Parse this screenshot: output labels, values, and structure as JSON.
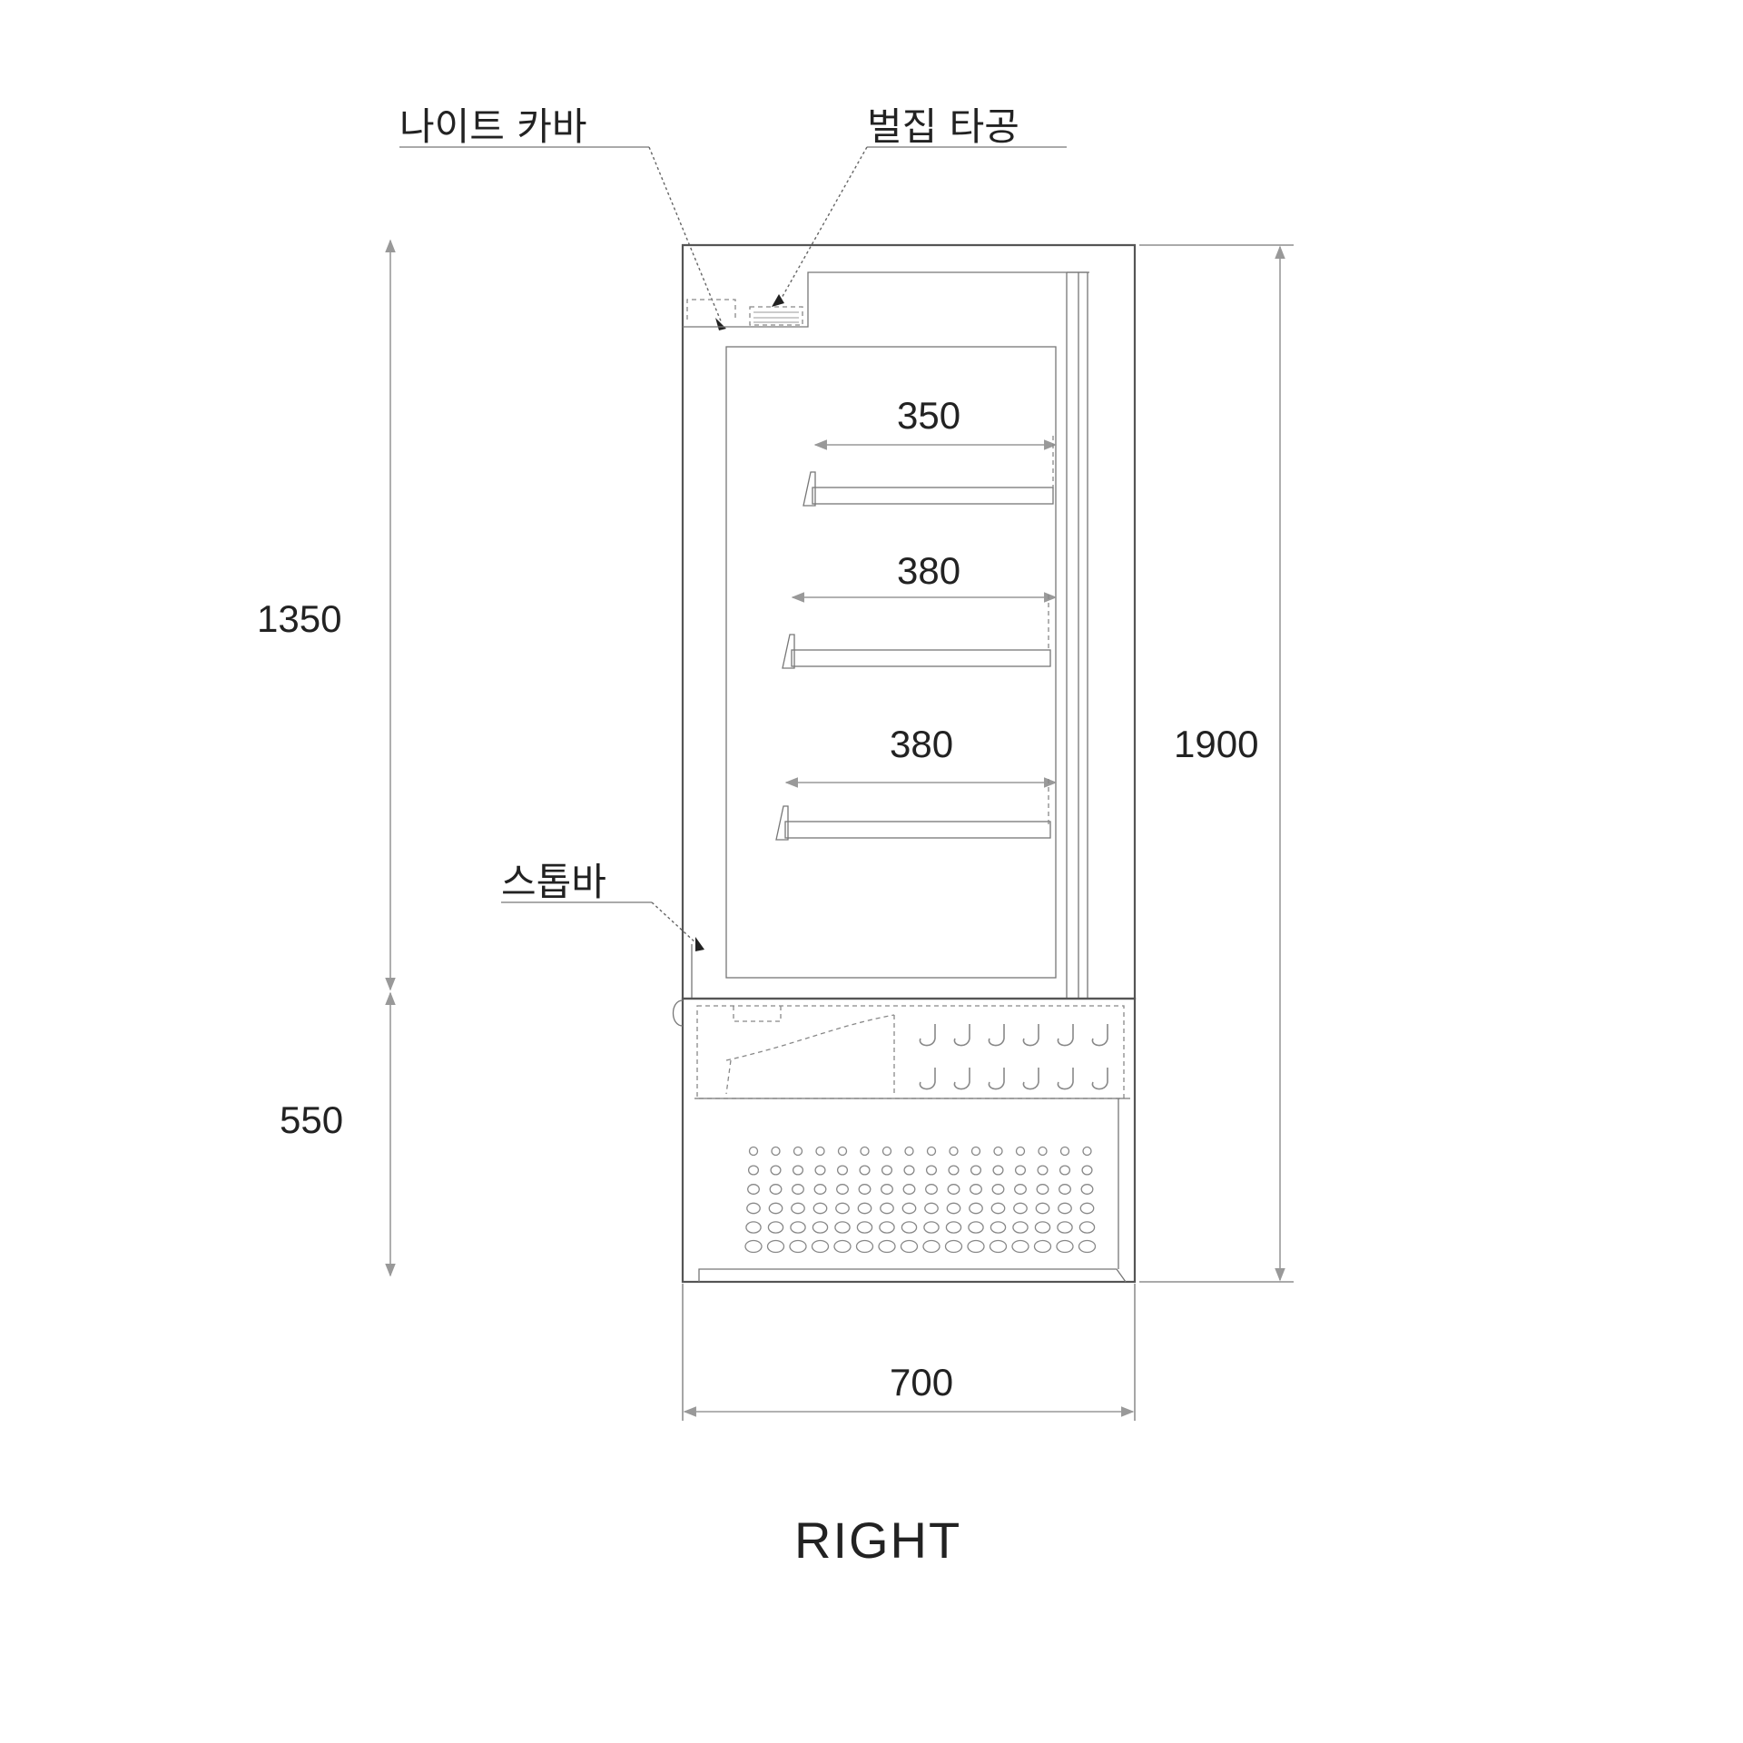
{
  "labels": {
    "night_cover": "나이트 카바",
    "hive_perforation": "벌집 타공",
    "stop_bar": "스톱바"
  },
  "dimensions": {
    "upper_height": "1350",
    "lower_height": "550",
    "total_height": "1900",
    "width": "700",
    "shelf_1_depth": "350",
    "shelf_2_depth": "380",
    "shelf_3_depth": "380"
  },
  "view_title": "RIGHT"
}
